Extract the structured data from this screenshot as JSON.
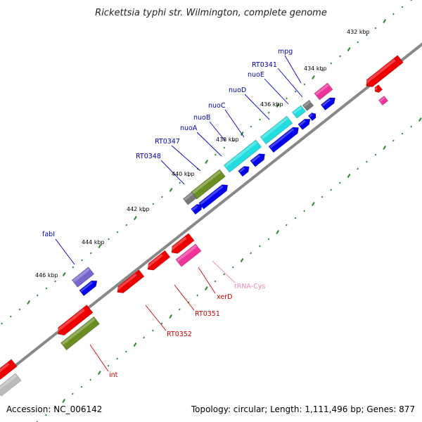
{
  "title": "Rickettsia typhi str. Wilmington, complete genome",
  "footer": {
    "accession": "Accession: NC_006142",
    "summary": "Topology: circular; Length: 1,111,496 bp; Genes: 877"
  },
  "colors": {
    "backbone": "#8a8a8a",
    "cds_fwd": "#0000ee",
    "cds_rev": "#ee0000",
    "trna": "#ee4499",
    "olive": "#6b8e23",
    "cyan": "#22dddd",
    "gray": "#777777",
    "lavender": "#7766cc",
    "tick": "#228822"
  },
  "ticks": [
    "432 kbp",
    "434 kbp",
    "436 kbp",
    "438 kbp",
    "440 kbp",
    "442 kbp",
    "444 kbp",
    "446 kbp"
  ],
  "labels_top": [
    "mpg",
    "RT0341",
    "nuoE",
    "nuoD",
    "nuoC",
    "nuoB",
    "nuoA",
    "RT0347",
    "RT0348",
    "fabI"
  ],
  "labels_bottom": [
    "tRNA-Cys",
    "xerD",
    "RT0351",
    "RT0352",
    "int"
  ]
}
